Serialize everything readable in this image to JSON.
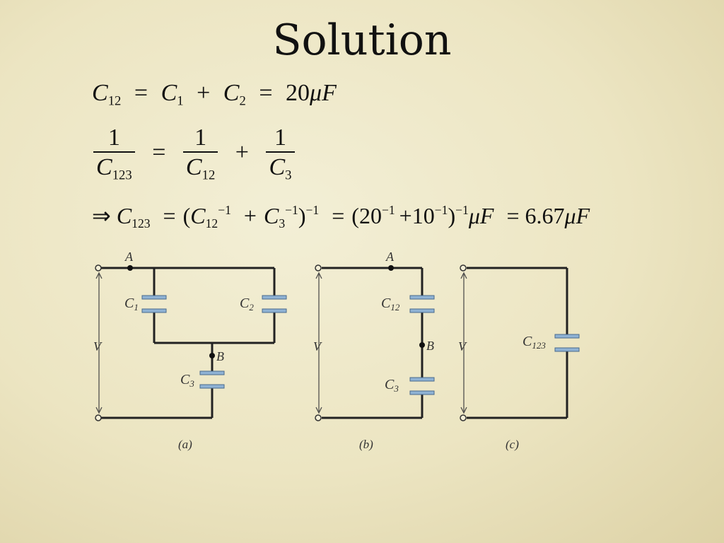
{
  "title": "Solution",
  "eq1": {
    "c12_base": "C",
    "c12_sub": "12",
    "eq_a": "=",
    "c1_base": "C",
    "c1_sub": "1",
    "plus": "+",
    "c2_base": "C",
    "c2_sub": "2",
    "eq_b": "=",
    "value": "20",
    "mu": "μ",
    "unit": "F"
  },
  "eq2": {
    "one_a": "1",
    "den_a_base": "C",
    "den_a_sub": "123",
    "equals": "=",
    "one_b": "1",
    "den_b_base": "C",
    "den_b_sub": "12",
    "plus": "+",
    "one_c": "1",
    "den_c_base": "C",
    "den_c_sub": "3"
  },
  "eq3": {
    "implies": "⇒",
    "lhs_base": "C",
    "lhs_sub": "123",
    "eq_a": "=",
    "open_a": "(",
    "t1_base": "C",
    "t1_sub": "12",
    "t1_sup": "−1",
    "plus_a": "+",
    "t2_base": "C",
    "t2_sub": "3",
    "t2_sup": "−1",
    "close_a": ")",
    "outer_sup_a": "−1",
    "eq_b": "=",
    "open_b": "(20",
    "n1_sup": "−1",
    "plus_b": "+10",
    "n2_sup": "−1",
    "close_b": ")",
    "outer_sup_b": "−1",
    "mu_a": "μ",
    "unit_a": "F",
    "eq_c": "= 6.67",
    "mu_b": "μ",
    "unit_b": "F"
  },
  "circuits": {
    "a": {
      "caption": "(a)",
      "node_a": "A",
      "node_b": "B",
      "v": "V",
      "c1": "C",
      "c1_sub": "1",
      "c2": "C",
      "c2_sub": "2",
      "c3": "C",
      "c3_sub": "3"
    },
    "b": {
      "caption": "(b)",
      "node_a": "A",
      "node_b": "B",
      "v": "V",
      "c12": "C",
      "c12_sub": "12",
      "c3": "C",
      "c3_sub": "3"
    },
    "c": {
      "caption": "(c)",
      "v": "V",
      "c123": "C",
      "c123_sub": "123"
    }
  },
  "colors": {
    "capacitor_plate": "#8fb2d4",
    "wire": "#222222"
  }
}
